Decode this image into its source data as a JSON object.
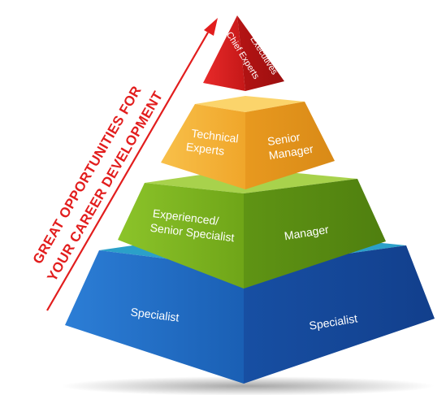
{
  "slogan": {
    "line1": "GREAT OPPORTUNITIES FOR",
    "line2": "YOUR CAREER DEVELOPMENT"
  },
  "tiers": {
    "top": {
      "left": "Chief Experts",
      "right": "Executives"
    },
    "upper": {
      "left_1": "Technical",
      "left_2": "Experts",
      "right_1": "Senior",
      "right_2": "Manager"
    },
    "middle": {
      "left_1": "Experienced/",
      "left_2": "Senior Specialist",
      "right": "Manager"
    },
    "base": {
      "left": "Specialist",
      "right": "Specialist"
    }
  },
  "colors": {
    "top": "#d81f1f",
    "upper": "#f3b33d",
    "middle": "#7fb51f",
    "base": "#1e63b8",
    "arrow": "#e21d1d"
  }
}
